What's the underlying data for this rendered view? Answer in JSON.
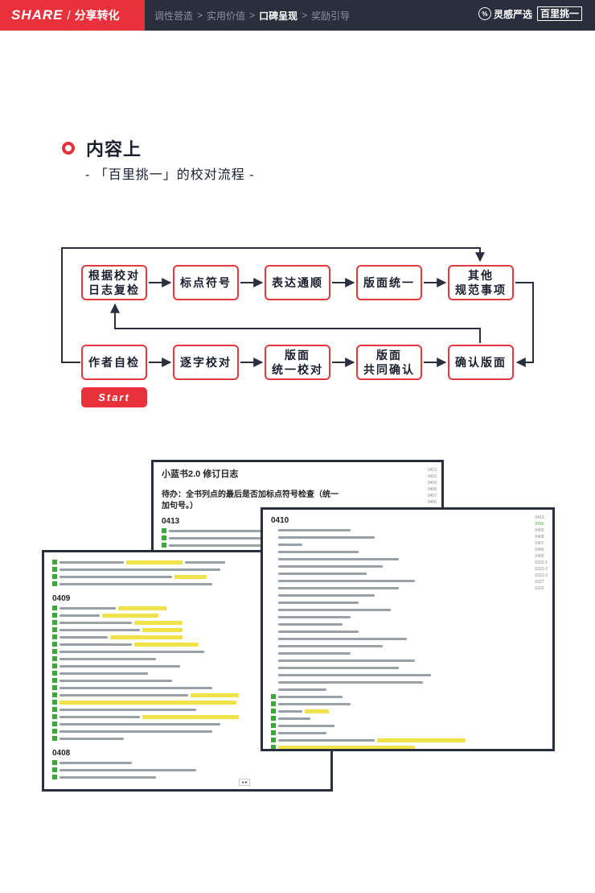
{
  "header": {
    "brand_en": "SHARE",
    "brand_sep": "/",
    "brand_cn": "分享转化",
    "crumbs": [
      "调性营造",
      ">",
      "实用价值",
      ">",
      "口碑呈现",
      ">",
      "奖励引导"
    ],
    "logo_text": "灵感严选",
    "logo_box": "百里挑一"
  },
  "section": {
    "title": "内容上",
    "subtitle": "- 「百里挑一」的校对流程 -"
  },
  "flow": {
    "top_row": [
      "根据校对\n日志复检",
      "标点符号",
      "表达通顺",
      "版面统一",
      "其他\n规范事项"
    ],
    "bottom_row": [
      "作者自检",
      "逐字校对",
      "版面\n统一校对",
      "版面\n共同确认",
      "确认版面"
    ],
    "start_label": "Start",
    "accent": "#e8313a"
  },
  "docs": {
    "log_title": "小蓝书2.0 修订日志",
    "log_note": "待办：全书列点的最后是否加标点符号检查（统一加句号。）",
    "dates": [
      "0413",
      "0410",
      "0409",
      "0408"
    ],
    "side_dates": [
      "0413",
      "0410",
      "0409",
      "0408",
      "0407",
      "0406",
      "0405",
      "0331-1",
      "0331-2",
      "0331-3",
      "0327",
      "0320"
    ]
  }
}
